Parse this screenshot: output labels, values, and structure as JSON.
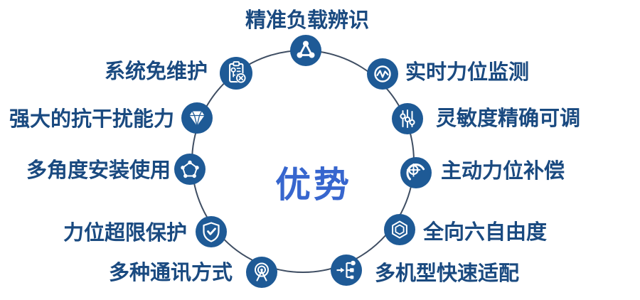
{
  "center": {
    "label": "优势"
  },
  "colors": {
    "icon_bg": "#1E5A96",
    "icon_fg": "#FFFFFF",
    "label_text": "#1A4A80",
    "center_text": "#3766CE",
    "ring": "#3F4E63"
  },
  "items": [
    {
      "label": "精准负载辨识",
      "icon": "triangle-network"
    },
    {
      "label": "实时力位监测",
      "icon": "pulse-circle"
    },
    {
      "label": "灵敏度精确可调",
      "icon": "sliders"
    },
    {
      "label": "主动力位补偿",
      "icon": "target-compass"
    },
    {
      "label": "全向六自由度",
      "icon": "hexagon-cube"
    },
    {
      "label": "多机型快速适配",
      "icon": "branch-adapter"
    },
    {
      "label": "多种通讯方式",
      "icon": "antenna-broadcast"
    },
    {
      "label": "力位超限保护",
      "icon": "shield-check"
    },
    {
      "label": "多角度安装使用",
      "icon": "pentagon-network"
    },
    {
      "label": "强大的抗干扰能力",
      "icon": "diamond-gem"
    },
    {
      "label": "系统免维护",
      "icon": "clipboard-key"
    }
  ]
}
